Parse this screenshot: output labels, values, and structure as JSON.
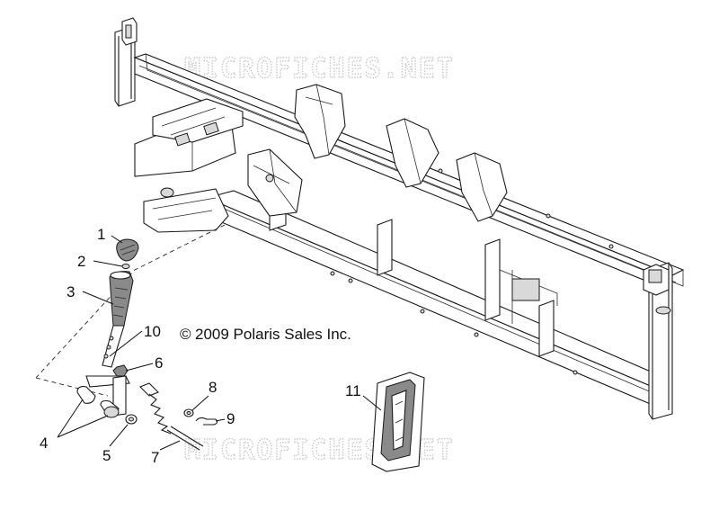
{
  "watermark": {
    "top": "MICROFICHES.NET",
    "bottom": "MICROFICHES.NET"
  },
  "copyright": "2009 Polaris Sales Inc.",
  "copyright_symbol": "©",
  "callouts": [
    {
      "id": "1",
      "label": "1"
    },
    {
      "id": "2",
      "label": "2"
    },
    {
      "id": "3",
      "label": "3"
    },
    {
      "id": "4",
      "label": "4"
    },
    {
      "id": "5",
      "label": "5"
    },
    {
      "id": "6",
      "label": "6"
    },
    {
      "id": "7",
      "label": "7"
    },
    {
      "id": "8",
      "label": "8"
    },
    {
      "id": "9",
      "label": "9"
    },
    {
      "id": "10",
      "label": "10"
    },
    {
      "id": "11",
      "label": "11"
    }
  ]
}
